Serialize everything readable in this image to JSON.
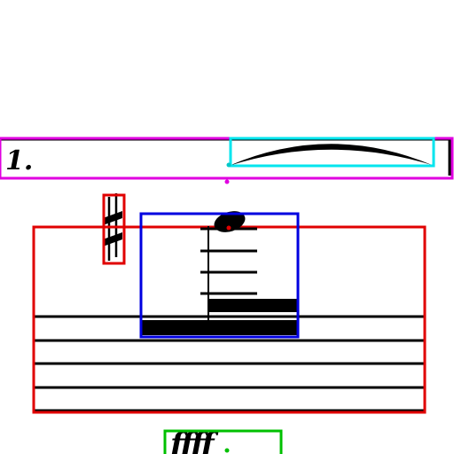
{
  "volta": {
    "label": "1.",
    "box_color": "#e000e0"
  },
  "slur": {
    "box_color": "#00e5ee"
  },
  "accidental": {
    "symbol": "sharp",
    "box_color": "#e00000"
  },
  "note_group": {
    "box_color": "#0000e0",
    "ledger_line_count": 4
  },
  "staff": {
    "line_count": 5,
    "box_color": "#e00000"
  },
  "dynamic": {
    "text": "ffff",
    "box_color": "#00c000"
  }
}
